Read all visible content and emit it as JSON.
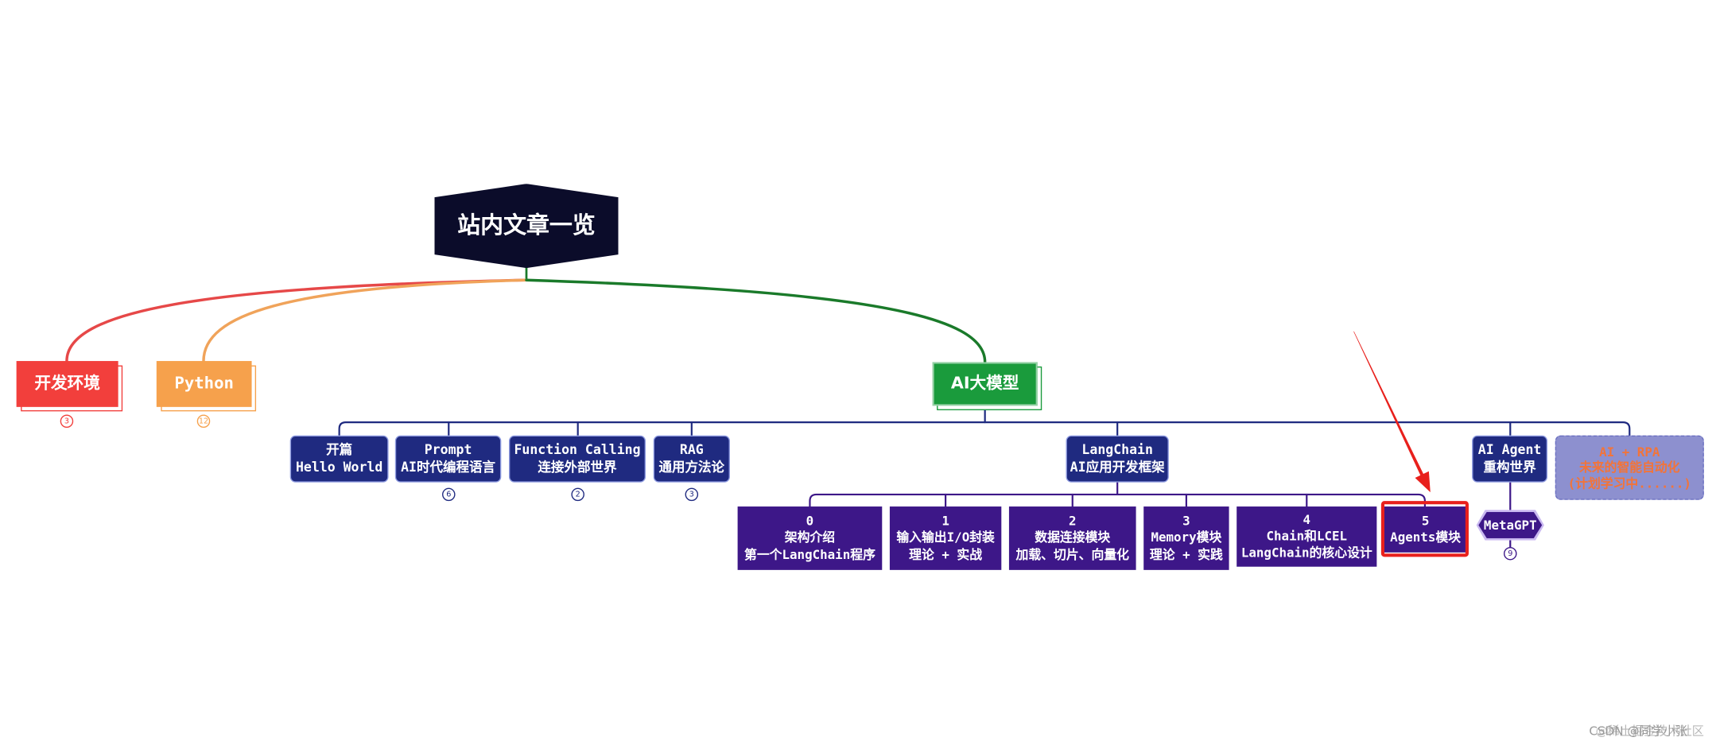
{
  "root": {
    "label": "站内文章一览"
  },
  "dev_env": {
    "label": "开发环境",
    "count": "3"
  },
  "python": {
    "label": "Python",
    "count": "12"
  },
  "ai_model": {
    "label": "AI大模型",
    "topics": [
      {
        "title": "开篇",
        "subtitle": "Hello World"
      },
      {
        "title": "Prompt",
        "subtitle": "AI时代编程语言",
        "count": "6"
      },
      {
        "title": "Function Calling",
        "subtitle": "连接外部世界",
        "count": "2"
      },
      {
        "title": "RAG",
        "subtitle": "通用方法论",
        "count": "3"
      },
      {
        "title": "LangChain",
        "subtitle": "AI应用开发框架"
      },
      {
        "title": "AI Agent",
        "subtitle": "重构世界"
      },
      {
        "title": "AI + RPA",
        "subtitle": "未来的智能自动化",
        "note": "(计划学习中......)"
      }
    ]
  },
  "langchain_modules": [
    {
      "index": "0",
      "title": "架构介绍",
      "subtitle": "第一个LangChain程序"
    },
    {
      "index": "1",
      "title": "输入输出I/O封装",
      "subtitle": "理论 + 实战"
    },
    {
      "index": "2",
      "title": "数据连接模块",
      "subtitle": "加载、切片、向量化"
    },
    {
      "index": "3",
      "title": "Memory模块",
      "subtitle": "理论 + 实践"
    },
    {
      "index": "4",
      "title": "Chain和LCEL",
      "subtitle": "LangChain的核心设计"
    },
    {
      "index": "5",
      "title": "Agents模块"
    }
  ],
  "ai_agent_children": [
    {
      "label": "MetaGPT",
      "count": "9"
    }
  ],
  "watermark": {
    "primary": "CSDN @同学小张",
    "secondary": "@稀土掘金技术社区"
  },
  "colors": {
    "root": "#0b0c2a",
    "dev_env": "#f23f3c",
    "python": "#f6a14c",
    "ai_model": "#1a9b3c",
    "topic": "#1f2a80",
    "module": "#3d1788",
    "highlight": "#e8201c",
    "rpa_fill": "#8d90cf",
    "rpa_text": "#f2743a"
  }
}
